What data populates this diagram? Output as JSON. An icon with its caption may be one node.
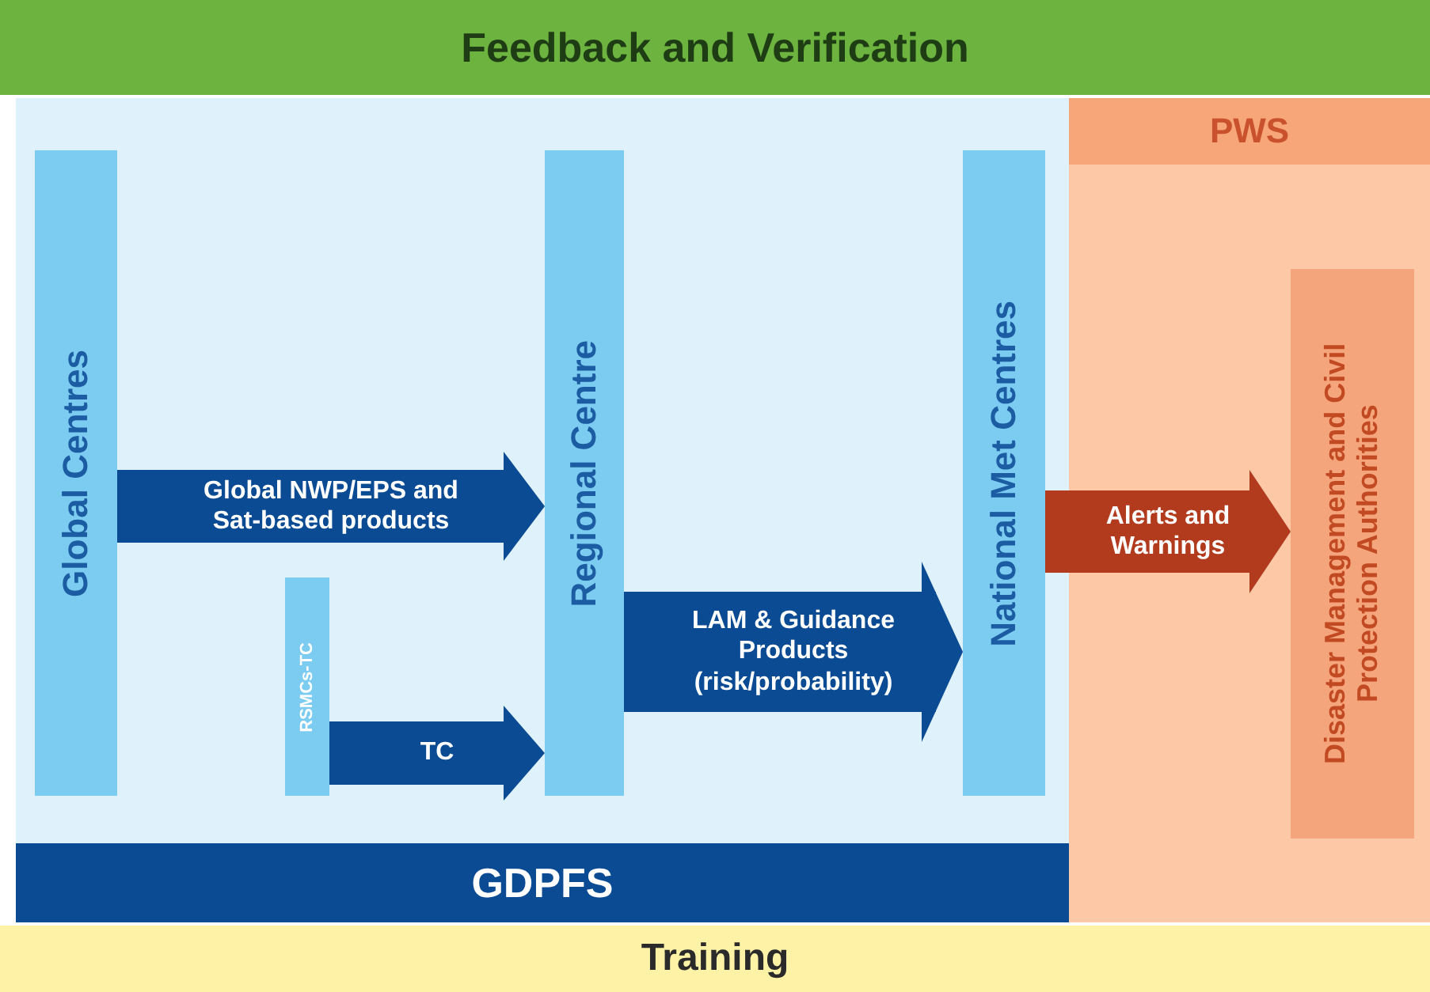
{
  "diagram": {
    "nodes": [
      {
        "text": [
          "Feedback and Verification"
        ]
      },
      {
        "text": [
          "GDPFS"
        ]
      },
      {
        "text": [
          "PWS"
        ]
      },
      {
        "text": [
          "Global Centres"
        ],
        "in": 1
      },
      {
        "text": [
          "Regional Centre"
        ],
        "in": 1
      },
      {
        "text": [
          "National Met Centres"
        ],
        "in": 1
      },
      {
        "text": [
          "RSMCs-TC"
        ],
        "in": 1
      },
      {
        "text": [
          "Disaster Management and Civil Protection Authorities"
        ],
        "in": 2
      },
      {
        "text": [
          "Training"
        ]
      }
    ],
    "edges": [
      {
        "from": 3,
        "to": 4,
        "arrow": "to",
        "label": "Global NWP/EPS and Sat-based products"
      },
      {
        "from": 6,
        "to": 4,
        "arrow": "to",
        "label": "TC"
      },
      {
        "from": 4,
        "to": 5,
        "arrow": "to",
        "label": "LAM & Guidance Products (risk/probability)"
      },
      {
        "from": 5,
        "to": 7,
        "arrow": "to",
        "label": "Alerts and Warnings",
        "color": "#b23b1e"
      }
    ]
  }
}
